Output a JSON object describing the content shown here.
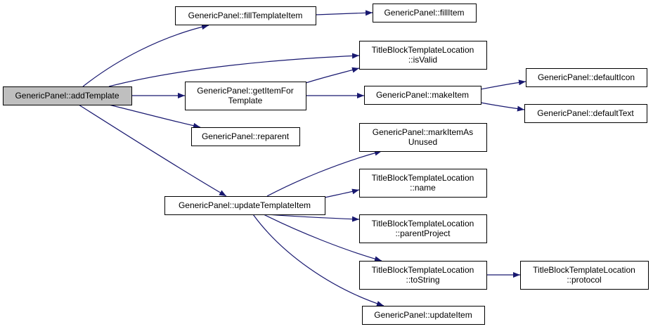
{
  "colors": {
    "edge": "#191970",
    "node_fill": "#ffffff",
    "root_fill": "#bfbfbf",
    "node_border": "#000000"
  },
  "nodes": [
    {
      "id": "addTemplate",
      "lines": [
        "GenericPanel::addTemplate"
      ],
      "root": true
    },
    {
      "id": "fillTemplateItem",
      "lines": [
        "GenericPanel::fillTemplateItem"
      ]
    },
    {
      "id": "fillItem",
      "lines": [
        "GenericPanel::fillItem"
      ]
    },
    {
      "id": "isValid",
      "lines": [
        "TitleBlockTemplateLocation",
        "::isValid"
      ]
    },
    {
      "id": "getItemForTemplate",
      "lines": [
        "GenericPanel::getItemFor",
        "Template"
      ]
    },
    {
      "id": "makeItem",
      "lines": [
        "GenericPanel::makeItem"
      ]
    },
    {
      "id": "defaultIcon",
      "lines": [
        "GenericPanel::defaultIcon"
      ]
    },
    {
      "id": "defaultText",
      "lines": [
        "GenericPanel::defaultText"
      ]
    },
    {
      "id": "reparent",
      "lines": [
        "GenericPanel::reparent"
      ]
    },
    {
      "id": "markItemAsUnused",
      "lines": [
        "GenericPanel::markItemAs",
        "Unused"
      ]
    },
    {
      "id": "name",
      "lines": [
        "TitleBlockTemplateLocation",
        "::name"
      ]
    },
    {
      "id": "updateTemplateItem",
      "lines": [
        "GenericPanel::updateTemplateItem"
      ]
    },
    {
      "id": "parentProject",
      "lines": [
        "TitleBlockTemplateLocation",
        "::parentProject"
      ]
    },
    {
      "id": "toString",
      "lines": [
        "TitleBlockTemplateLocation",
        "::toString"
      ]
    },
    {
      "id": "protocol",
      "lines": [
        "TitleBlockTemplateLocation",
        "::protocol"
      ]
    },
    {
      "id": "updateItem",
      "lines": [
        "GenericPanel::updateItem"
      ]
    }
  ],
  "edges": [
    {
      "from": "addTemplate",
      "to": "fillTemplateItem"
    },
    {
      "from": "addTemplate",
      "to": "isValid"
    },
    {
      "from": "addTemplate",
      "to": "getItemForTemplate"
    },
    {
      "from": "addTemplate",
      "to": "reparent"
    },
    {
      "from": "addTemplate",
      "to": "updateTemplateItem"
    },
    {
      "from": "fillTemplateItem",
      "to": "fillItem"
    },
    {
      "from": "getItemForTemplate",
      "to": "isValid"
    },
    {
      "from": "getItemForTemplate",
      "to": "makeItem"
    },
    {
      "from": "makeItem",
      "to": "defaultIcon"
    },
    {
      "from": "makeItem",
      "to": "defaultText"
    },
    {
      "from": "updateTemplateItem",
      "to": "markItemAsUnused"
    },
    {
      "from": "updateTemplateItem",
      "to": "name"
    },
    {
      "from": "updateTemplateItem",
      "to": "parentProject"
    },
    {
      "from": "updateTemplateItem",
      "to": "toString"
    },
    {
      "from": "updateTemplateItem",
      "to": "updateItem"
    },
    {
      "from": "toString",
      "to": "protocol"
    }
  ]
}
